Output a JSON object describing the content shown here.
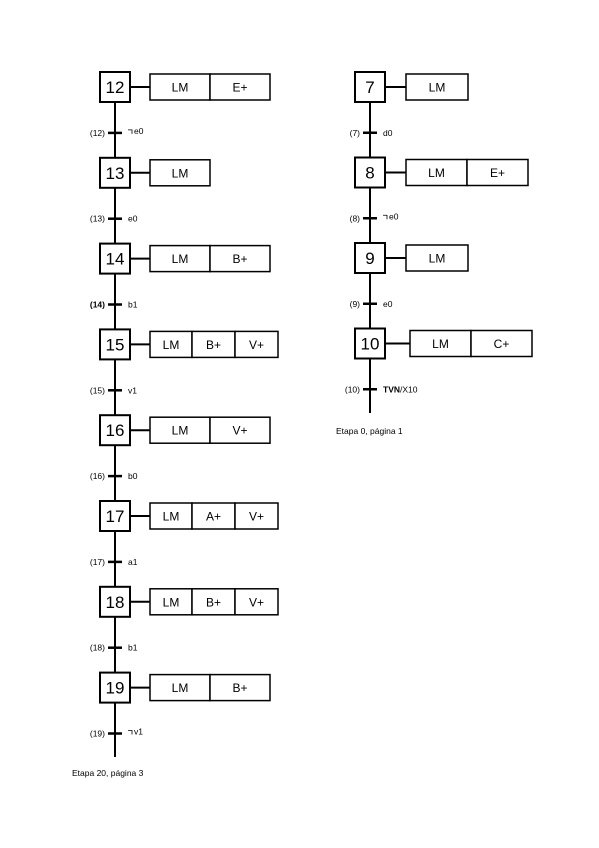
{
  "grafcets": [
    {
      "steps": [
        {
          "number": "12",
          "actions": [
            "LM",
            "E+"
          ]
        },
        {
          "number": "13",
          "actions": [
            "LM"
          ]
        },
        {
          "number": "14",
          "actions": [
            "LM",
            "B+"
          ]
        },
        {
          "number": "15",
          "actions": [
            "LM",
            "B+",
            "V+"
          ]
        },
        {
          "number": "16",
          "actions": [
            "LM",
            "V+"
          ]
        },
        {
          "number": "17",
          "actions": [
            "LM",
            "A+",
            "V+"
          ]
        },
        {
          "number": "18",
          "actions": [
            "LM",
            "B+",
            "V+"
          ]
        },
        {
          "number": "19",
          "actions": [
            "LM",
            "B+"
          ]
        }
      ],
      "transitions": [
        {
          "label": "(12)",
          "condition": "e0",
          "negated": true
        },
        {
          "label": "(13)",
          "condition": "e0",
          "negated": false
        },
        {
          "label": "(14)",
          "condition": "b1",
          "negated": false
        },
        {
          "label": "(15)",
          "condition": "v1",
          "negated": false
        },
        {
          "label": "(16)",
          "condition": "b0",
          "negated": false
        },
        {
          "label": "(17)",
          "condition": "a1",
          "negated": false
        },
        {
          "label": "(18)",
          "condition": "b1",
          "negated": false
        },
        {
          "label": "(19)",
          "condition": "v1",
          "negated": true
        }
      ],
      "footer": "Etapa 20, página 3"
    },
    {
      "steps": [
        {
          "number": "7",
          "actions": [
            "LM"
          ]
        },
        {
          "number": "8",
          "actions": [
            "LM",
            "E+"
          ]
        },
        {
          "number": "9",
          "actions": [
            "LM"
          ]
        },
        {
          "number": "10",
          "actions": [
            "LM",
            "C+"
          ]
        }
      ],
      "transitions": [
        {
          "label": "(7)",
          "condition": "d0",
          "negated": false
        },
        {
          "label": "(8)",
          "condition": "e0",
          "negated": true
        },
        {
          "label": "(9)",
          "condition": "e0",
          "negated": false
        },
        {
          "label": "(10)",
          "condition": "TVN/X10",
          "negated": false,
          "bold_prefix": "TVN",
          "rest": "/X10"
        }
      ],
      "footer": "Etapa 0, página 1"
    }
  ]
}
